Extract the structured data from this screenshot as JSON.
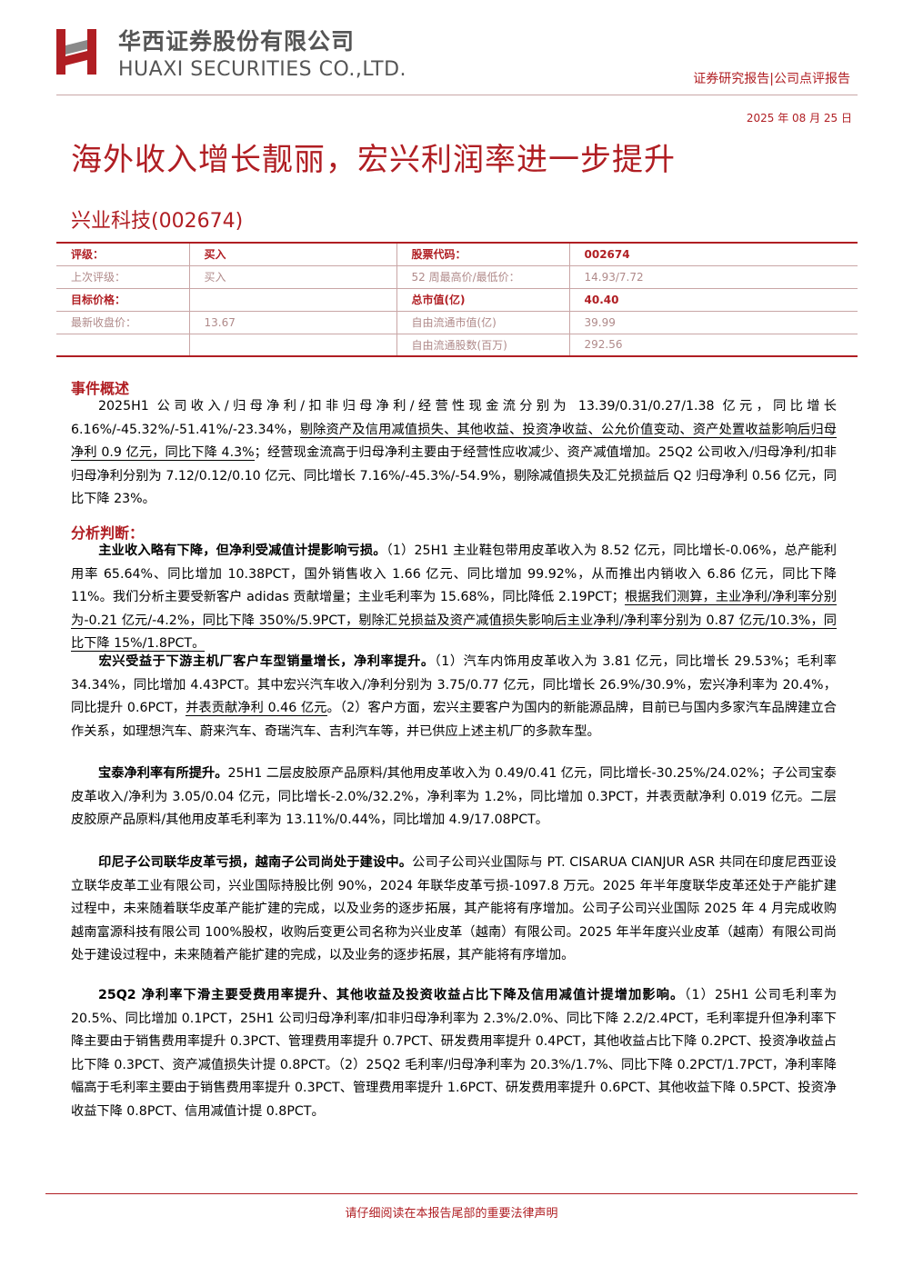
{
  "header": {
    "logo_cn": "华西证券股份有限公司",
    "logo_en": "HUAXI SECURITIES CO.,LTD.",
    "report_type": "证券研究报告|公司点评报告",
    "date": "2025 年 08 月 25 日"
  },
  "title": "海外收入增长靓丽，宏兴利润率进一步提升",
  "company": "兴业科技(002674)",
  "info": {
    "r1": {
      "l1": "评级：",
      "v1": "买入",
      "l2": "股票代码：",
      "v2": "002674"
    },
    "r2": {
      "l1": "上次评级：",
      "v1": "买入",
      "l2": "52 周最高价/最低价：",
      "v2": "14.93/7.72"
    },
    "r3": {
      "l1": "目标价格：",
      "v1": "",
      "l2": "总市值(亿)",
      "v2": "40.40"
    },
    "r4": {
      "l1": "最新收盘价：",
      "v1": "13.67",
      "l2": "自由流通市值(亿)",
      "v2": "39.99"
    },
    "r5": {
      "l1": "",
      "v1": "",
      "l2": "自由流通股数(百万)",
      "v2": "292.56"
    }
  },
  "event": {
    "heading": "事件概述",
    "p1a": "2025H1 公司收入/归母净利/扣非归母净利/经营性现金流分别为 13.39/0.31/0.27/1.38 亿元，同比增长 6.16%/-45.32%/-51.41%/-23.34%，",
    "p1b": "剔除资产及信用减值损失、其他收益、投资净收益、公允价值变动、资产处置收益影响后归母净利 0.9 亿元，同比下降 4.3%",
    "p1c": "；经营现金流高于归母净利主要由于经营性应收减少、资产减值增加。25Q2 公司收入/归母净利/扣非归母净利分别为 7.12/0.12/0.10 亿元、同比增长 7.16%/-45.3%/-54.9%，剔除减值损失及汇兑损益后 Q2 归母净利 0.56 亿元，同比下降 23%。"
  },
  "analysis": {
    "heading": "分析判断：",
    "p1_bold": "主业收入略有下降，但净利受减值计提影响亏损。",
    "p1a": "（1）25H1 主业鞋包带用皮革收入为 8.52 亿元，同比增长-0.06%，总产能利用率 65.64%、同比增加 10.38PCT，国外销售收入 1.66 亿元、同比增加 99.92%，从而推出内销收入 6.86 亿元，同比下降 11%。我们分析主要受新客户 adidas 贡献增量；主业毛利率为 15.68%，同比降低 2.19PCT；",
    "p1b": "根据我们测算，主业净利/净利率分别为-0.21 亿元/-4.2%，同比下降 350%/5.9PCT，剔除汇兑损益及资产减值损失影响后主业净利/净利率分别为 0.87 亿元/10.3%，同比下降 15%/1.8PCT。",
    "p2_bold": "宏兴受益于下游主机厂客户车型销量增长，净利率提升。",
    "p2a": "（1）汽车内饰用皮革收入为 3.81 亿元，同比增长 29.53%；毛利率 34.34%，同比增加 4.43PCT。其中宏兴汽车收入/净利分别为 3.75/0.77 亿元，同比增长 26.9%/30.9%，宏兴净利率为 20.4%，同比提升 0.6PCT，",
    "p2b": "并表贡献净利 0.46 亿元",
    "p2c": "。（2）客户方面，宏兴主要客户为国内的新能源品牌，目前已与国内多家汽车品牌建立合作关系，如理想汽车、蔚来汽车、奇瑞汽车、吉利汽车等，并已供应上述主机厂的多款车型。",
    "p3_bold": "宝泰净利率有所提升。",
    "p3a": "25H1 二层皮胶原产品原料/其他用皮革收入为 0.49/0.41 亿元，同比增长-30.25%/24.02%；子公司宝泰皮革收入/净利为 3.05/0.04 亿元，同比增长-2.0%/32.2%，净利率为 1.2%，同比增加 0.3PCT，并表贡献净利 0.019 亿元。二层皮胶原产品原料/其他用皮革毛利率为 13.11%/0.44%，同比增加 4.9/17.08PCT。",
    "p4_bold": "印尼子公司联华皮革亏损，越南子公司尚处于建设中。",
    "p4a": "公司子公司兴业国际与 PT. CISARUA CIANJUR ASR 共同在印度尼西亚设立联华皮革工业有限公司，兴业国际持股比例 90%，2024 年联华皮革亏损-1097.8 万元。2025 年半年度联华皮革还处于产能扩建过程中，未来随着联华皮革产能扩建的完成，以及业务的逐步拓展，其产能将有序增加。公司子公司兴业国际 2025 年 4 月完成收购越南富源科技有限公司 100%股权，收购后变更公司名称为兴业皮革（越南）有限公司。2025 年半年度兴业皮革（越南）有限公司尚处于建设过程中，未来随着产能扩建的完成，以及业务的逐步拓展，其产能将有序增加。",
    "p5_bold": "25Q2 净利率下滑主要受费用率提升、其他收益及投资收益占比下降及信用减值计提增加影响。",
    "p5a": "（1）25H1 公司毛利率为 20.5%、同比增加 0.1PCT，25H1 公司归母净利率/扣非归母净利率为 2.3%/2.0%、同比下降 2.2/2.4PCT，毛利率提升但净利率下降主要由于销售费用率提升 0.3PCT、管理费用率提升 0.7PCT、研发费用率提升 0.4PCT，其他收益占比下降 0.2PCT、投资净收益占比下降 0.3PCT、资产减值损失计提 0.8PCT。（2）25Q2 毛利率/归母净利率为 20.3%/1.7%、同比下降 0.2PCT/1.7PCT，净利率降幅高于毛利率主要由于销售费用率提升 0.3PCT、管理费用率提升 1.6PCT、研发费用率提升 0.6PCT、其他收益下降 0.5PCT、投资净收益下降 0.8PCT、信用减值计提 0.8PCT。"
  },
  "footer": "请仔细阅读在本报告尾部的重要法律声明",
  "colors": {
    "brand": "#b01e23",
    "rule": "#c9a6a6"
  }
}
